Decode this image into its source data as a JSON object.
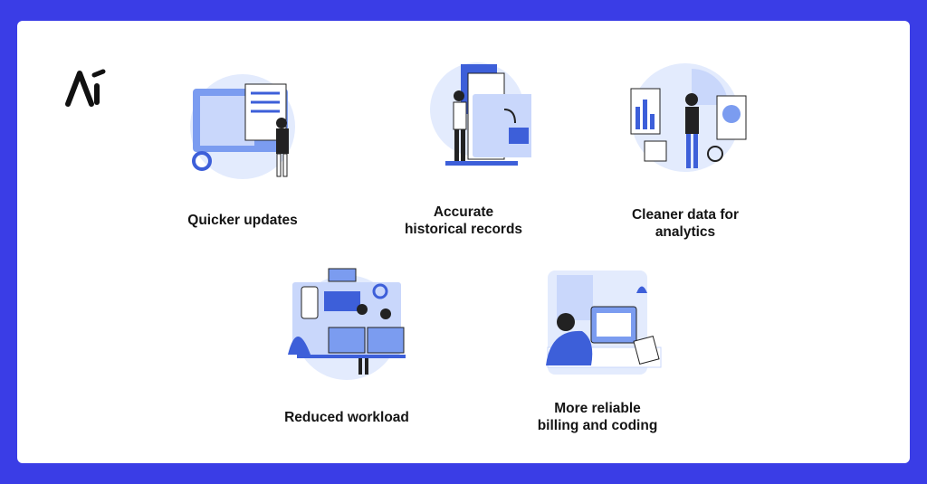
{
  "logo": {
    "text": "Ai"
  },
  "colors": {
    "background": "#3a3de6",
    "card": "#ffffff",
    "illustration_light": "#c9d7fb",
    "illustration_mid": "#7b9cf0",
    "illustration_dark": "#3d5fd9"
  },
  "items": [
    {
      "label": "Quicker updates"
    },
    {
      "label_line1": "Accurate",
      "label_line2": "historical records"
    },
    {
      "label_line1": "Cleaner data for",
      "label_line2": "analytics"
    },
    {
      "label": "Reduced workload"
    },
    {
      "label_line1": "More reliable",
      "label_line2": "billing and coding"
    }
  ]
}
